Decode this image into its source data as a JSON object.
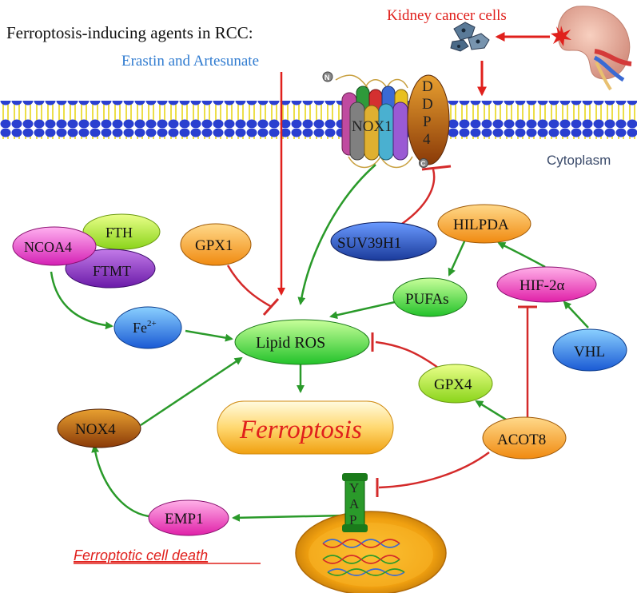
{
  "header": {
    "title": "Ferroptosis-inducing agents in RCC:",
    "agents": "Erastin and Artesunate",
    "kidney_label": "Kidney cancer cells",
    "cytoplasm_label": "Cytoplasm"
  },
  "membrane": {
    "nox1_label": "NOX1",
    "ddp4_letters": [
      "D",
      "D",
      "P",
      "4"
    ],
    "n_terminal": "N",
    "c_terminal": "C"
  },
  "nodes": {
    "fth": "FTH",
    "ncoa4": "NCOA4",
    "ftmt": "FTMT",
    "gpx1": "GPX1",
    "suv39h1": "SUV39H1",
    "hilpda": "HILPDA",
    "pufas": "PUFAs",
    "hif2a": "HIF-2α",
    "fe2_base": "Fe",
    "fe2_sup": "2+",
    "lipid_ros": "Lipid ROS",
    "vhl": "VHL",
    "gpx4": "GPX4",
    "nox4": "NOX4",
    "ferroptosis": "Ferroptosis",
    "acot8": "ACOT8",
    "emp1": "EMP1",
    "yap_letters": [
      "Y",
      "A",
      "P"
    ]
  },
  "footer": {
    "cell_death": "Ferroptotic cell death"
  },
  "colors": {
    "activation": "#2a9a2a",
    "inhibition": "#d42a2a",
    "agent_text": "#2f7bd0",
    "title_red": "#e0201c"
  }
}
